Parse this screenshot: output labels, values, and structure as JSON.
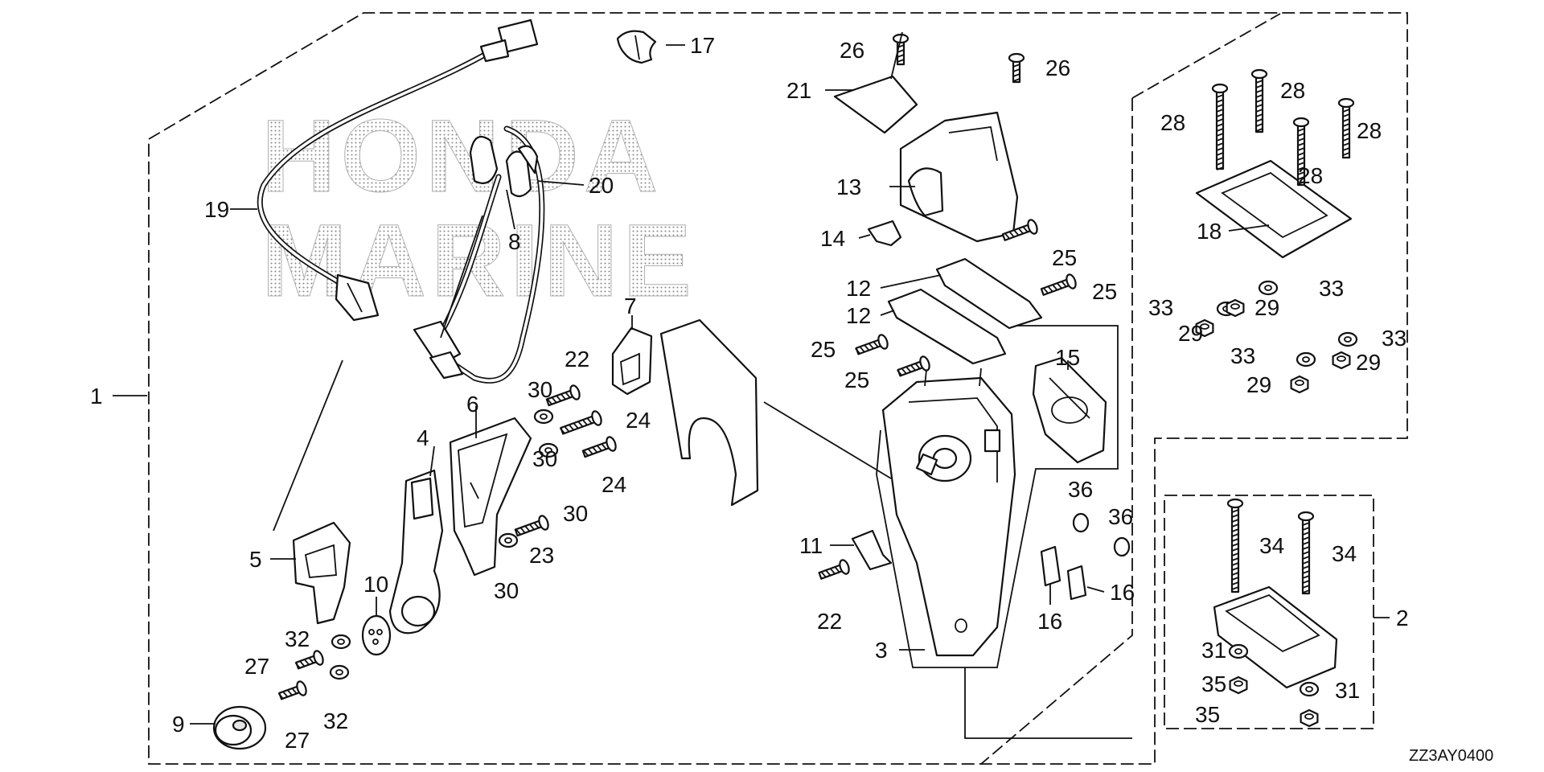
{
  "diagram": {
    "watermark": {
      "line1": "HONDA",
      "line2": "MARINE"
    },
    "drawing_code": "ZZ3AY0400",
    "callouts": {
      "c1": "1",
      "c2": "2",
      "c3": "3",
      "c4": "4",
      "c5": "5",
      "c6": "6",
      "c7": "7",
      "c8": "8",
      "c9": "9",
      "c10": "10",
      "c11": "11",
      "c12a": "12",
      "c12b": "12",
      "c13": "13",
      "c14": "14",
      "c15": "15",
      "c16a": "16",
      "c16b": "16",
      "c17": "17",
      "c18": "18",
      "c19": "19",
      "c20": "20",
      "c21": "21",
      "c22a": "22",
      "c22b": "22",
      "c23": "23",
      "c24a": "24",
      "c24b": "24",
      "c25a": "25",
      "c25b": "25",
      "c25c": "25",
      "c25d": "25",
      "c26a": "26",
      "c26b": "26",
      "c27a": "27",
      "c27b": "27",
      "c28a": "28",
      "c28b": "28",
      "c28c": "28",
      "c28d": "28",
      "c29a": "29",
      "c29b": "29",
      "c29c": "29",
      "c29d": "29",
      "c30a": "30",
      "c30b": "30",
      "c30c": "30",
      "c30d": "30",
      "c31a": "31",
      "c31b": "31",
      "c32a": "32",
      "c32b": "32",
      "c33a": "33",
      "c33b": "33",
      "c33c": "33",
      "c33d": "33",
      "c34a": "34",
      "c34b": "34",
      "c35a": "35",
      "c35b": "35",
      "c36a": "36",
      "c36b": "36"
    }
  }
}
